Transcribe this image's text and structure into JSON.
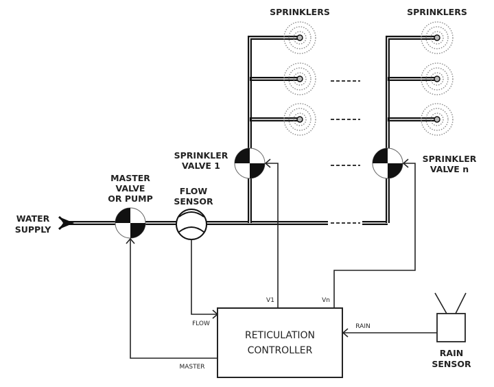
{
  "diagram": {
    "labels": {
      "water_supply": [
        "WATER",
        "SUPPLY"
      ],
      "master_valve": [
        "MASTER",
        "VALVE",
        "OR PUMP"
      ],
      "flow_sensor": [
        "FLOW",
        "SENSOR"
      ],
      "sprinkler_valve_1": [
        "SPRINKLER",
        "VALVE 1"
      ],
      "sprinkler_valve_n": [
        "SPRINKLER",
        "VALVE n"
      ],
      "sprinklers_1": "SPRINKLERS",
      "sprinklers_n": "SPRINKLERS",
      "controller": [
        "RETICULATION",
        "CONTROLLER"
      ],
      "rain_sensor": [
        "RAIN",
        "SENSOR"
      ]
    },
    "signals": {
      "v1": "V1",
      "vn": "Vn",
      "flow": "FLOW",
      "master": "MASTER",
      "rain": "RAIN"
    },
    "colors": {
      "line": "#222222",
      "sprinkler_ring": "#888888",
      "background": "#ffffff"
    }
  }
}
